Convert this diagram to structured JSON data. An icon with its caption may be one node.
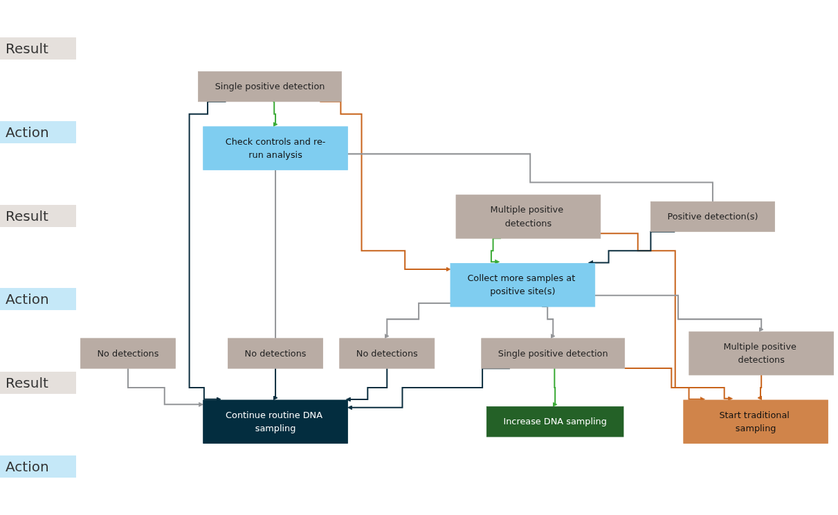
{
  "diagram": {
    "nodes": [
      {
        "text": [
          "No detections"
        ]
      },
      {
        "text": [
          "Single positive detection"
        ]
      },
      {
        "text": [
          "Multiple positive detections"
        ]
      },
      {
        "text": [
          "Check controls and re-run analysis"
        ]
      },
      {
        "text": [
          "No detections"
        ]
      },
      {
        "text": [
          "Positive detection(s)"
        ]
      },
      {
        "text": [
          "Collect more samples at positive site(s)"
        ]
      },
      {
        "text": [
          "No detections"
        ]
      },
      {
        "text": [
          "Single positive detection"
        ]
      },
      {
        "text": [
          "Multiple positive detections"
        ]
      },
      {
        "text": [
          "Continue routine DNA sampling"
        ]
      },
      {
        "text": [
          "Increase DNA sampling"
        ]
      },
      {
        "text": [
          "Start traditional sampling"
        ]
      }
    ],
    "edges": [
      {
        "from": 0,
        "to": 10,
        "arrow": "to",
        "color": "#939598"
      },
      {
        "from": 1,
        "to": 10,
        "arrow": "to",
        "color": "#0b2e3f"
      },
      {
        "from": 1,
        "to": 3,
        "arrow": "to",
        "color": "#3aaa35"
      },
      {
        "from": 1,
        "to": 6,
        "arrow": "to",
        "color": "#c8641c"
      },
      {
        "from": 2,
        "to": 6,
        "arrow": "to",
        "color": "#3aaa35"
      },
      {
        "from": 2,
        "to": 12,
        "arrow": "to",
        "color": "#c8641c"
      },
      {
        "from": 3,
        "to": 4,
        "arrow": "none",
        "color": "#939598"
      },
      {
        "from": 3,
        "to": 5,
        "arrow": "none",
        "color": "#939598"
      },
      {
        "from": 4,
        "to": 10,
        "arrow": "to",
        "color": "#0b2e3f"
      },
      {
        "from": 5,
        "to": 6,
        "arrow": "to",
        "color": "#0b2e3f"
      },
      {
        "from": 6,
        "to": 7,
        "arrow": "to",
        "color": "#939598"
      },
      {
        "from": 6,
        "to": 8,
        "arrow": "to",
        "color": "#939598"
      },
      {
        "from": 6,
        "to": 9,
        "arrow": "to",
        "color": "#939598"
      },
      {
        "from": 7,
        "to": 10,
        "arrow": "to",
        "color": "#0b2e3f"
      },
      {
        "from": 8,
        "to": 10,
        "arrow": "to",
        "color": "#0b2e3f"
      },
      {
        "from": 8,
        "to": 11,
        "arrow": "to",
        "color": "#3aaa35"
      },
      {
        "from": 8,
        "to": 12,
        "arrow": "to",
        "color": "#c8641c"
      },
      {
        "from": 9,
        "to": 12,
        "arrow": "to",
        "color": "#c8641c"
      }
    ],
    "labels": [
      "Result",
      "Action",
      "Result",
      "Action",
      "Result",
      "Action"
    ]
  }
}
